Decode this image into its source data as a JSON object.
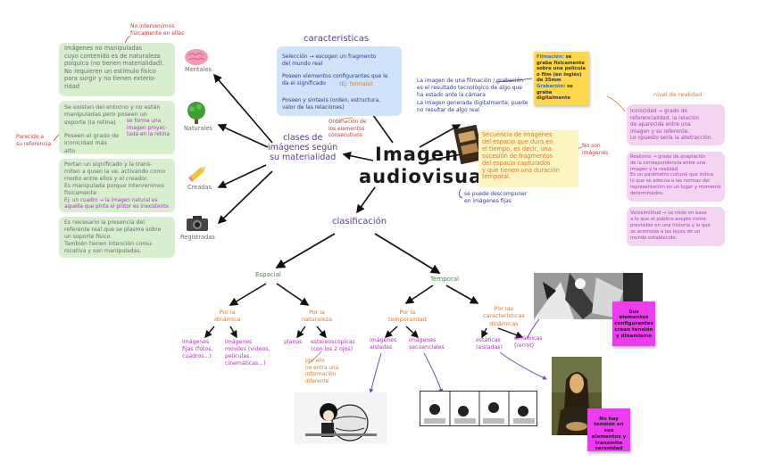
{
  "title": {
    "line1": "Imagen",
    "line2": "audiovisual"
  },
  "caracteristicas": {
    "heading": "caracteristicas",
    "seleccion": "Selección → escogen un fragmento\ndel mundo real",
    "poseen1": "Poseen elementos configurantes que le\nda el significado",
    "ej_formato": "(Ej: formato)",
    "poseen2": "Poseen y sintaxis (orden, estructura,\nvalor de las relaciones)",
    "ordenacion": "Ordenación de\nlos elementos\nconsecutivos"
  },
  "definicion": {
    "text1": "La imagen de una filmación / grabación\nes el resultado tecnológico de algo que\nha estado ante la cámara",
    "text2": "La imagen generada digitalmente, puede\nno resultar de algo real",
    "descomponer": "se puede descomponer\nen imágenes fijas"
  },
  "sticky": {
    "filmacion_label": "Filmación:",
    "filmacion_text": "se graba físicamente sobre una película o film (en inglés) de 35mm",
    "grabacion_label": "Grabación:",
    "grabacion_text": "se graba digitalmente"
  },
  "secuencia": {
    "text": "Secuencia de imágenes\ndel espacio que dura en\nel tiempo, es decir, una\nsucesión de fragmentos\ndel espacio capturados\ny que tienen una duración\ntemporal.",
    "no_son": "No son\nimágenes"
  },
  "nivel": {
    "heading": "nivel de realidad",
    "iconicidad": "Iconicidad → grado de\nreferencialidad, la relación\nde aparecida entre una\nimagen y su referente.\nLo opuesto sería la abstracción.",
    "realismo": "Realismo → grado de aceptación\nde la correspondencia entre una\nimagen y la realidad.\nEs un parámetro cultural que indica\nlo que se adecúa a las normas del\nrepresentación en un lugar y momento\ndeterminados.",
    "verosimilitud": "Verosimilitud → se mide en base\na lo que el público acepte como\nprevisible en una historia y lo que\nse acomoda a las leyes de un\nmundo establecido."
  },
  "clases": {
    "heading": "clases de\nimágenes según\nsu materialidad",
    "no_intervenimos": "No intervenimos\nfísicamente en ellas",
    "parecido": "Parecido a\nsu referencia",
    "mentales_label": "Mentales",
    "naturales_label": "Naturales",
    "creadas_label": "Creadas",
    "registradas_label": "Registradas",
    "mentales_text": "Imágenes no manipuladas\ncuyo contenido es de naturaleza\npsíquica (no tienen materialidad).\nNo requieren un estímulo físico\npara surgir y no tienen exterio-\nridad",
    "naturales_text1": "Se existen del entorno y no están\nmanipuladas pero poseen un\nsoporte (la retina)",
    "naturales_soporte": "se forma una\nimagen proyec-\ntada en la retina",
    "naturales_text2": "Poseen el grado de\niconicidad más\nalto",
    "creadas_text1": "Portan un significado y la trans-\nmiten a quien la ve, activando como\nmedio entre ellos y el creador.\nEs manipulada porque intervenimos\nfísicamente",
    "creadas_ej": "Ej: un cuadro → la imagen natural es\naquella que pinta el pintor es inexistente",
    "registradas_text": "Es necesario la presencia del\nreferente real que se plasma sobre\nun soporte físico.\nTambién tienen intención comu-\nnicativa y son manipuladas."
  },
  "clasificacion": {
    "heading": "clasificación",
    "espacial": "Espacial",
    "temporal": "Temporal",
    "por_dinamica": "Por la\ndinámica",
    "por_naturaleza": "Por la\nnaturaleza",
    "por_temporalidad": "Por la\ntemporalidad",
    "por_caracteristicas": "Por las\ncaracterísticas\ndinámicas",
    "fijas": "imágenes\nfijas (fotos,\ncuadros...)",
    "moviles": "imágenes\nmóviles (vídeos,\npelículas,\ncinemáticas...)",
    "planas": "planas",
    "estereoscopicas": "estereoscópicas\n(con los 2 ojos)",
    "por_ello": "por ello\nno entra una\ninformación\ndiferente",
    "aisladas": "imágenes\naisladas",
    "secuenciales": "imágenes\nsecuenciales",
    "estaticas": "estáticas\n(aisladas)",
    "dinamicas": "dinámicas\n(rerrot)"
  },
  "notes": {
    "sus_elementos": "Sus\nelementos\nconfigurantes\ncrean tensión\ny dinamismo",
    "no_hay": "No hay\ntensión en sus\nelementos y\ntransmite\nserenidad"
  },
  "colors": {
    "green_box": "#d7efcf",
    "blue_box": "#cfe3fa",
    "yellow_box": "#fcf5c2",
    "pink_box": "#f4d5f1",
    "sticky_yellow": "#ffd84d",
    "magenta_note": "#ee3cf1"
  }
}
